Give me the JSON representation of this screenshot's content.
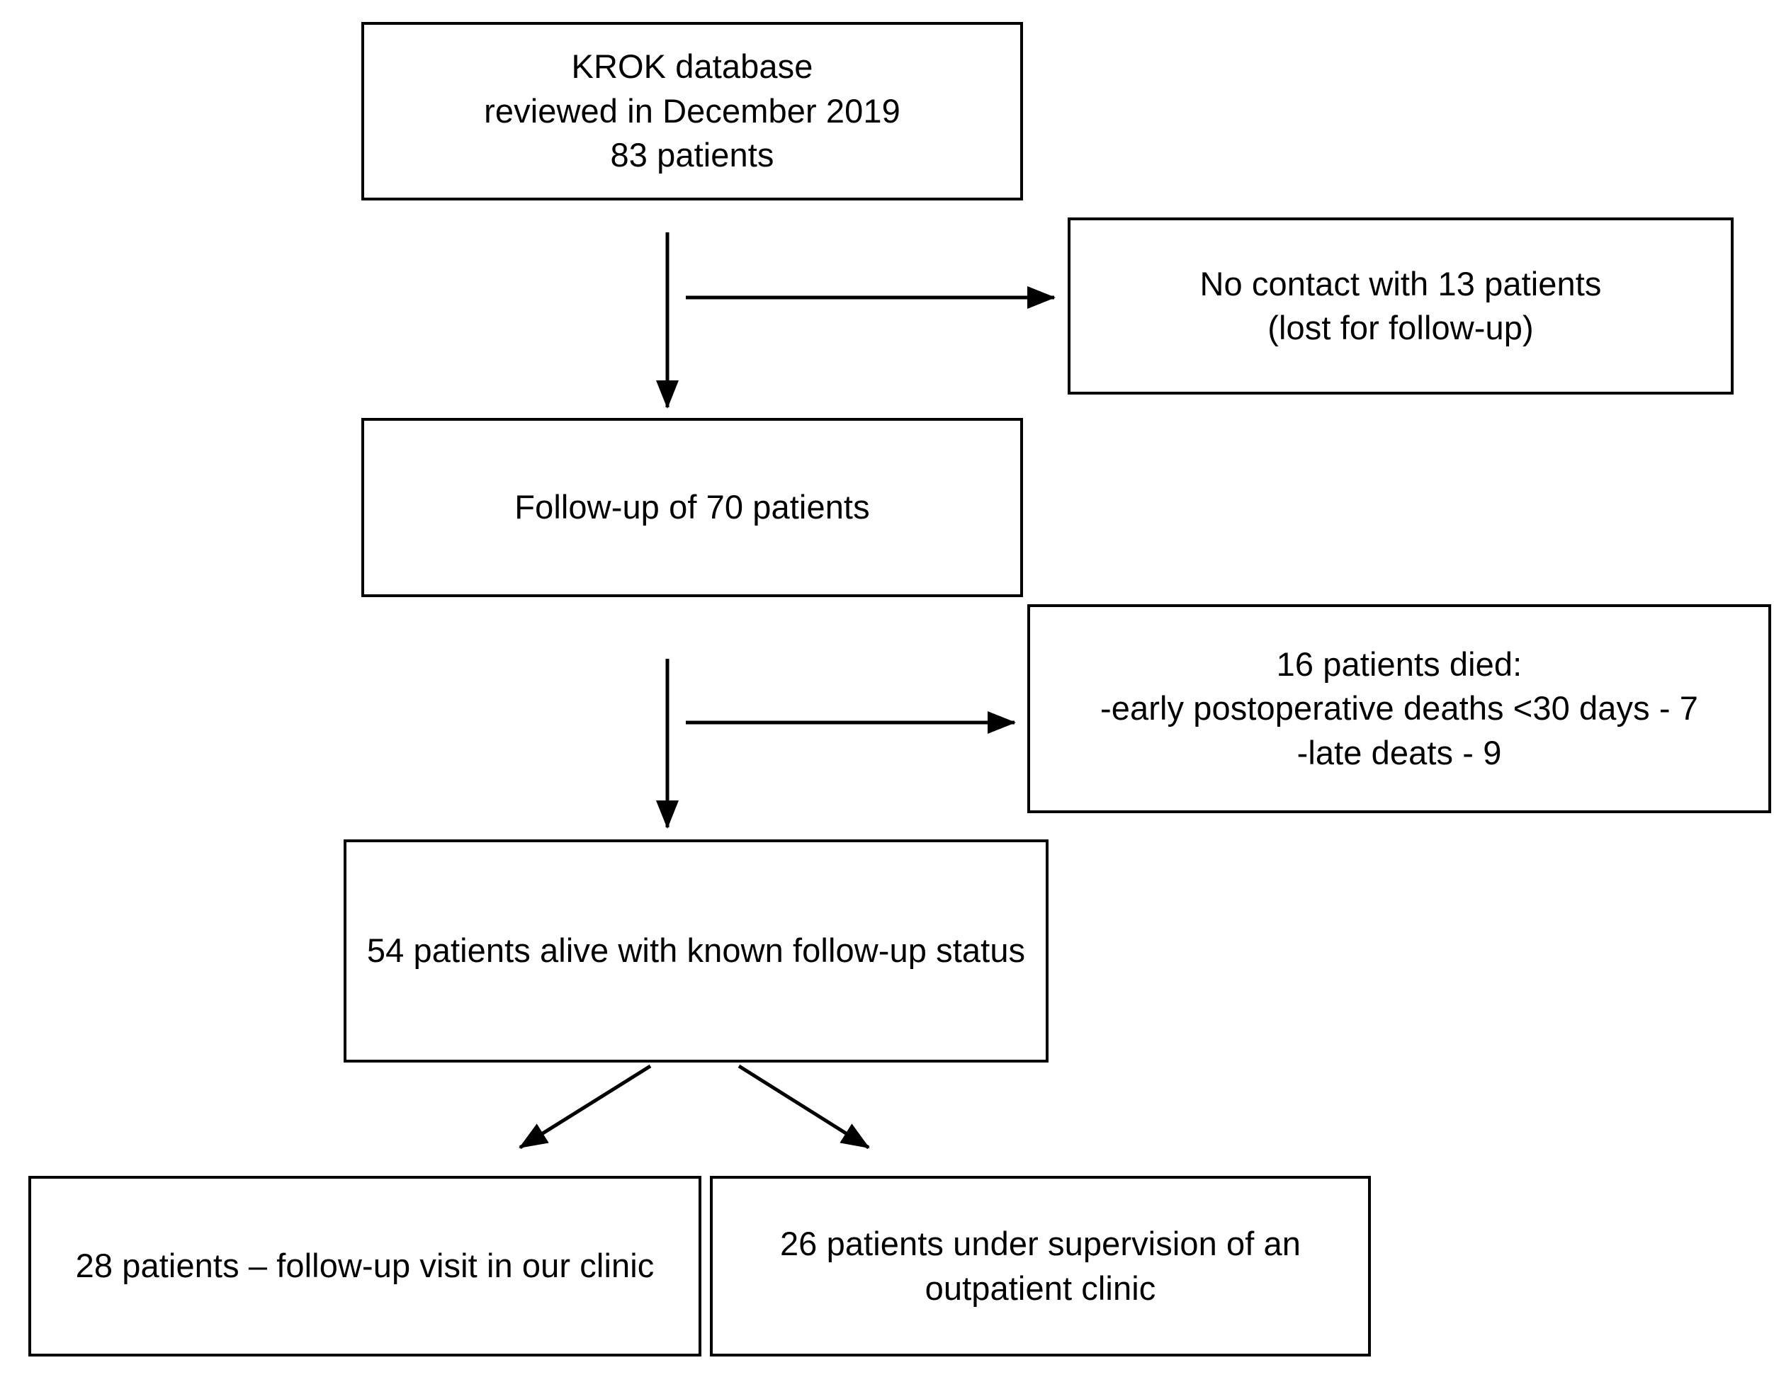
{
  "figure": {
    "type": "flowchart",
    "orientation": "top-to-bottom",
    "background_color": "#ffffff",
    "line_color": "#000000",
    "text_color": "#000000"
  },
  "nodes": {
    "source": {
      "id": "source",
      "text": "KROK database\nreviewed in December 2019\n83 patients",
      "count": 83
    },
    "no_contact": {
      "id": "no_contact",
      "text": "No contact with 13 patients\n(lost for follow-up)",
      "count": 13
    },
    "follow_up": {
      "id": "follow_up",
      "text": "Follow-up of 70 patients",
      "count": 70
    },
    "died": {
      "id": "died",
      "text": "16 patients died:\n-early postoperative deaths <30 days - 7\n-late deats - 9",
      "count": 16,
      "early_postoperative_deaths_under_30_days": 7,
      "late_deaths": 9
    },
    "alive": {
      "id": "alive",
      "text": "54 patients alive with known follow-up status",
      "count": 54
    },
    "our_clinic": {
      "id": "our_clinic",
      "text": "28 patients – follow-up visit in our clinic",
      "count": 28
    },
    "outpatient_clinic": {
      "id": "outpatient_clinic",
      "text": "26 patients under supervision of an outpatient clinic",
      "count": 26
    }
  },
  "edges": [
    {
      "id": "source-to-follow-up",
      "from": "source",
      "to": "follow_up",
      "style": "straight-down-arrow"
    },
    {
      "id": "source-to-no-contact",
      "from": "source",
      "to": "no_contact",
      "style": "branch-right-arrow"
    },
    {
      "id": "follow-up-to-alive",
      "from": "follow_up",
      "to": "alive",
      "style": "straight-down-arrow"
    },
    {
      "id": "follow-up-to-died",
      "from": "follow_up",
      "to": "died",
      "style": "branch-right-arrow"
    },
    {
      "id": "alive-to-our-clinic",
      "from": "alive",
      "to": "our_clinic",
      "style": "diagonal-down-left-arrow"
    },
    {
      "id": "alive-to-outpatient-clinic",
      "from": "alive",
      "to": "outpatient_clinic",
      "style": "diagonal-down-right-arrow"
    }
  ]
}
